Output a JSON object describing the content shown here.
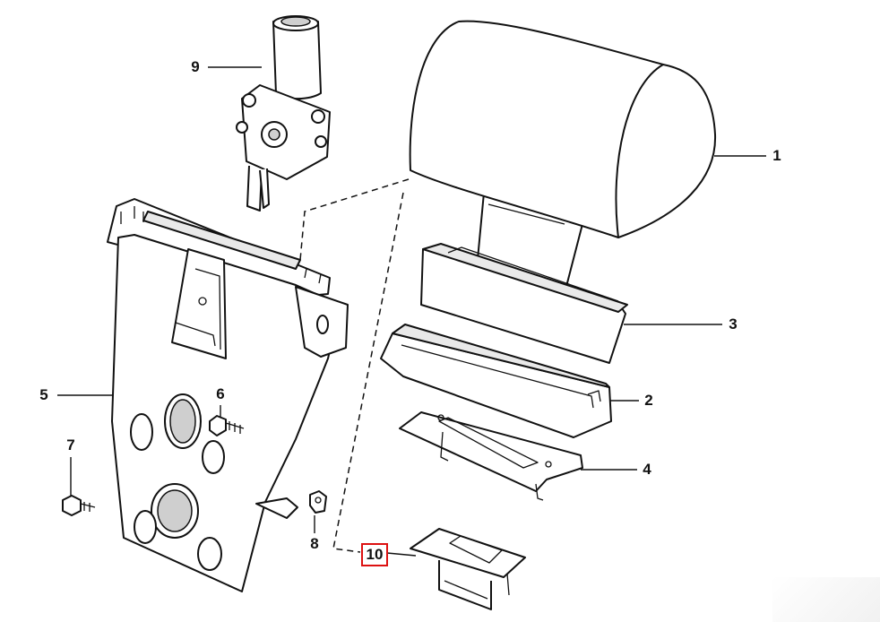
{
  "diagram": {
    "callouts": [
      {
        "id": "1",
        "label": "1"
      },
      {
        "id": "2",
        "label": "2"
      },
      {
        "id": "3",
        "label": "3"
      },
      {
        "id": "4",
        "label": "4"
      },
      {
        "id": "5",
        "label": "5"
      },
      {
        "id": "6",
        "label": "6"
      },
      {
        "id": "7",
        "label": "7"
      },
      {
        "id": "8",
        "label": "8"
      },
      {
        "id": "9",
        "label": "9"
      },
      {
        "id": "10",
        "label": "10",
        "highlighted": true
      }
    ],
    "highlight_color": "#dd1111",
    "line_color": "#111111"
  }
}
